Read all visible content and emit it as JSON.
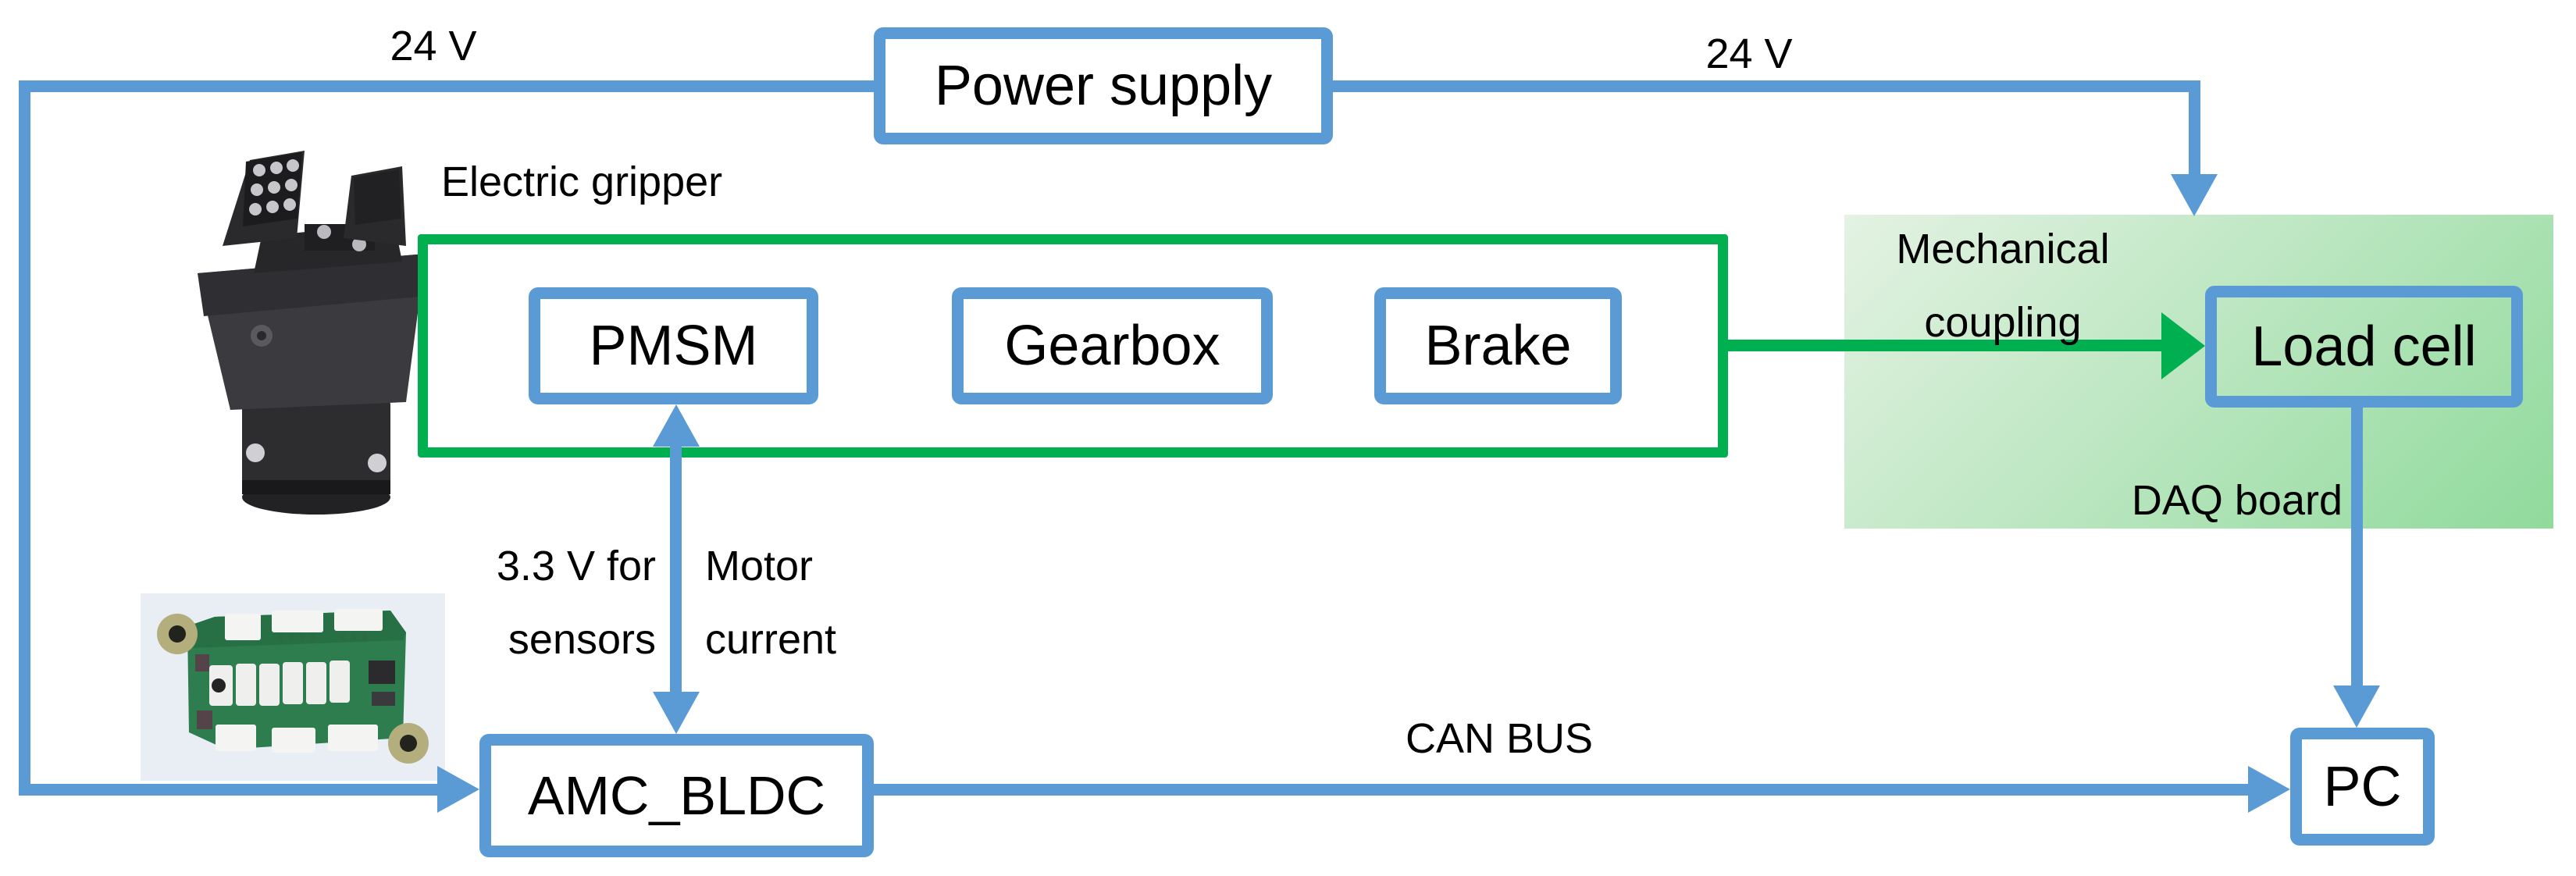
{
  "diagram": {
    "nodes": {
      "power_supply": "Power supply",
      "pmsm": "PMSM",
      "gearbox": "Gearbox",
      "brake": "Brake",
      "load_cell": "Load cell",
      "amc_bldc": "AMC_BLDC",
      "pc": "PC"
    },
    "labels": {
      "v24_left": "24 V",
      "v24_right": "24 V",
      "electric_gripper": "Electric gripper",
      "mechanical_line1": "Mechanical",
      "mechanical_line2": "coupling",
      "daq_board": "DAQ board",
      "v33_line1": "3.3 V for",
      "v33_line2": "sensors",
      "motor_line1": "Motor",
      "motor_line2": "current",
      "can_bus": "CAN BUS"
    },
    "colors": {
      "line_blue": "#5B9BD5",
      "green": "#00B050",
      "daq_gradient_start": "#E4F2E3",
      "daq_gradient_end": "#90DA9C",
      "text": "#000000"
    },
    "images": {
      "gripper_photo": "electric-gripper-photo",
      "pcb_photo": "amc-bldc-board-photo"
    }
  }
}
